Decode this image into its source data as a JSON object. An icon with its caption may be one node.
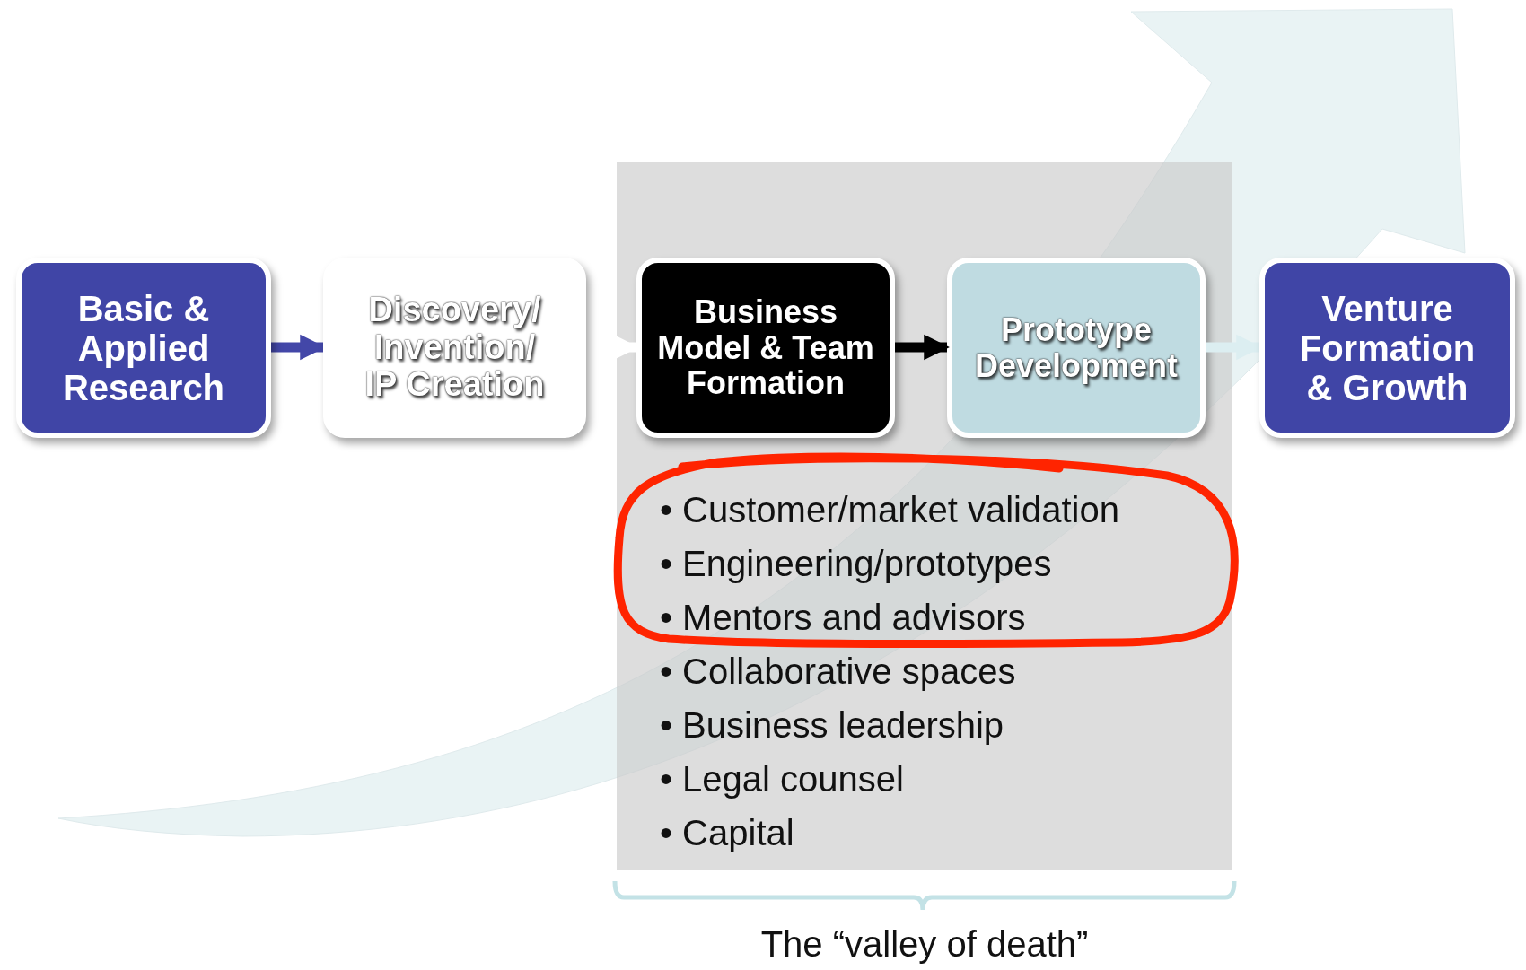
{
  "diagram": {
    "nodes": [
      {
        "text": [
          "Basic & Applied Research"
        ]
      },
      {
        "text": [
          "Discovery/ Invention/ IP Creation"
        ]
      },
      {
        "text": [
          "• Customer/market validation",
          "• Engineering/prototypes",
          "• Mentors and advisors",
          "• Collaborative spaces",
          "• Business leadership",
          "• Legal counsel",
          "• Capital"
        ]
      },
      {
        "text": [
          "Business Model & Team Formation"
        ],
        "in": 2
      },
      {
        "text": [
          "Prototype Development"
        ],
        "in": 2
      },
      {
        "text": [
          "Venture Formation & Growth"
        ]
      }
    ],
    "edges": [
      {
        "from": 0,
        "to": 1,
        "arrow": "to",
        "color": "#4347a8"
      },
      {
        "from": 1,
        "to": 3,
        "arrow": "to",
        "color": "#ffffff"
      },
      {
        "from": 3,
        "to": 4,
        "arrow": "to",
        "color": "#000000"
      },
      {
        "from": 4,
        "to": 5,
        "arrow": "to",
        "color": "#dceef1"
      }
    ],
    "labels": [
      "The “valley of death”"
    ]
  }
}
